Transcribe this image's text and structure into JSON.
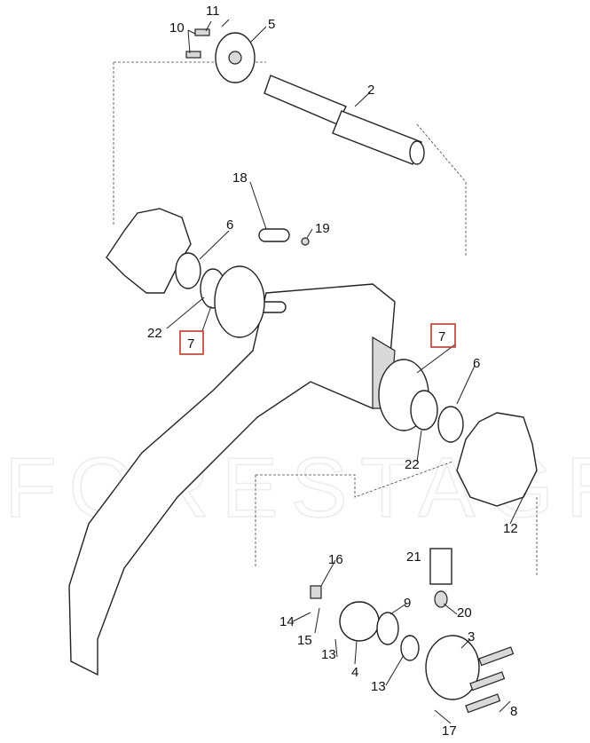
{
  "watermark": "FORESTAGRI",
  "colors": {
    "highlight": "#c0392b",
    "line": "#222222"
  },
  "callouts": {
    "c10": "10",
    "c11": "11",
    "c5": "5",
    "c2": "2",
    "c18": "18",
    "c19": "19",
    "c6a": "6",
    "c22a": "22",
    "c7a": "7",
    "c7b": "7",
    "c6b": "6",
    "c22b": "22",
    "c12": "12",
    "c16": "16",
    "c21": "21",
    "c14": "14",
    "c15": "15",
    "c13a": "13",
    "c4": "4",
    "c9": "9",
    "c20": "20",
    "c3": "3",
    "c13b": "13",
    "c8": "8",
    "c17": "17"
  }
}
